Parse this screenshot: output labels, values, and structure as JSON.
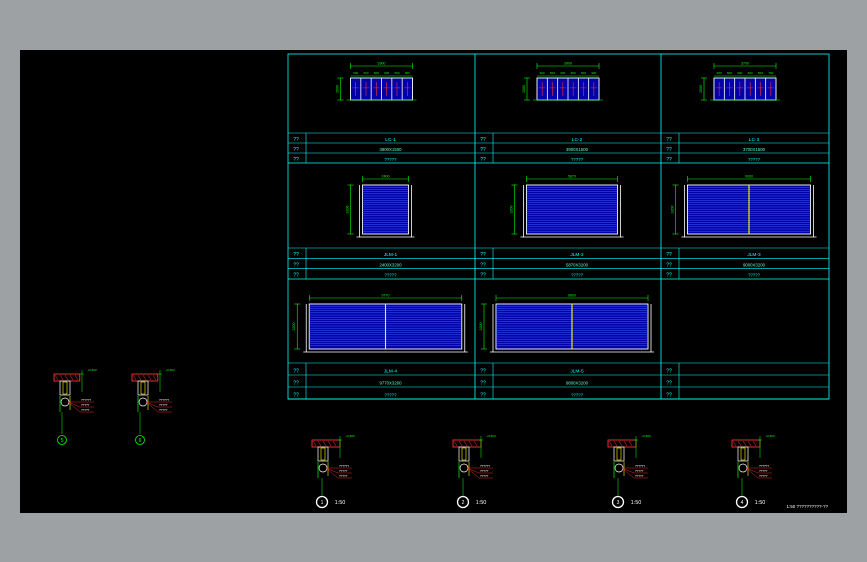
{
  "viewer": {
    "background_color": "#9ea1a4",
    "drawing_background": "#000000"
  },
  "colors": {
    "grid": "#00ffff",
    "dimension": "#00ff00",
    "frame": "#ffffff",
    "shutter_fill": "#0000aa",
    "shutter_lines": "#4a6cff",
    "accent_red": "#ff3030",
    "accent_yellow": "#ffff00",
    "text_cyan": "#00ffff"
  },
  "schedule": {
    "row_label": "??",
    "panels": [
      {
        "kind": "window",
        "width_dim": "3900",
        "height_dim": "1500",
        "subdims": [
          "600",
          "600",
          "600",
          "600",
          "600",
          "900"
        ],
        "code": "LC-1",
        "size": "3900X1500",
        "qty": "?????"
      },
      {
        "kind": "window",
        "width_dim": "3900",
        "height_dim": "1500",
        "subdims": [
          "600",
          "600",
          "600",
          "600",
          "600",
          "900"
        ],
        "code": "LC-2",
        "size": "3900X1500",
        "qty": "?????"
      },
      {
        "kind": "window",
        "width_dim": "3700",
        "height_dim": "1500",
        "subdims": [
          "600",
          "600",
          "600",
          "600",
          "600",
          "700"
        ],
        "code": "LC-3",
        "size": "3700X1500",
        "qty": "?????"
      },
      {
        "kind": "shutter",
        "width_dim": "2400",
        "height_dim": "3200",
        "code": "JLM-1",
        "size": "2400X3200",
        "qty": "?????",
        "divider": false
      },
      {
        "kind": "shutter",
        "width_dim": "5870",
        "height_dim": "3200",
        "code": "JLM-2",
        "size": "5870X3200",
        "qty": "?????",
        "divider": false
      },
      {
        "kind": "shutter",
        "width_dim": "9000",
        "height_dim": "3200",
        "code": "JLM-3",
        "size": "9000X3200",
        "qty": "?????",
        "divider": true
      },
      {
        "kind": "shutter",
        "width_dim": "9770",
        "height_dim": "3200",
        "code": "JLM-4",
        "size": "9770X3200",
        "qty": "?????",
        "divider": true
      },
      {
        "kind": "shutter",
        "width_dim": "9800",
        "height_dim": "3200",
        "code": "JLM-5",
        "size": "9800X3200",
        "qty": "?????",
        "divider": true
      },
      {
        "kind": "empty",
        "code": "",
        "size": "",
        "qty": ""
      }
    ]
  },
  "details": [
    {
      "marker": "5",
      "scale": ""
    },
    {
      "marker": "6",
      "scale": ""
    },
    {
      "marker": "1",
      "scale": "1:50"
    },
    {
      "marker": "2",
      "scale": "1:50"
    },
    {
      "marker": "3",
      "scale": "1:50"
    },
    {
      "marker": "4",
      "scale": "1:50"
    }
  ],
  "detail_notes": [
    "??????",
    "?????",
    "?????"
  ],
  "detail_tag": "+0.600",
  "title_block": "1:50  ??????????-??"
}
